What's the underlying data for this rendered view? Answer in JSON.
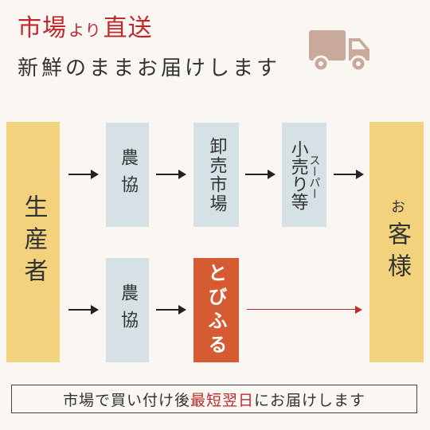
{
  "headline": {
    "part1": "市場",
    "part2": "より",
    "part3": "直送",
    "line2": "新鮮のままお届けします"
  },
  "truck_icon": "truck-icon",
  "flow": {
    "producer": "生産者",
    "customer_prefix": "お",
    "customer_main": "客様",
    "row1": {
      "nokyo": "農協",
      "oroshi": "卸売市場",
      "super_col1": "小売り等",
      "super_col2": "スーパー"
    },
    "row2": {
      "nokyo": "農協",
      "tobiful": "とびふる"
    }
  },
  "bottom": {
    "text1": "市場で買い付け後",
    "highlight": "最短翌日",
    "text2": "にお届けします"
  },
  "colors": {
    "accent_red": "#c0282d",
    "producer_yellow": "#f2d27c",
    "stage_blue": "#d6e1e6",
    "tobiful_orange": "#d65a32"
  }
}
